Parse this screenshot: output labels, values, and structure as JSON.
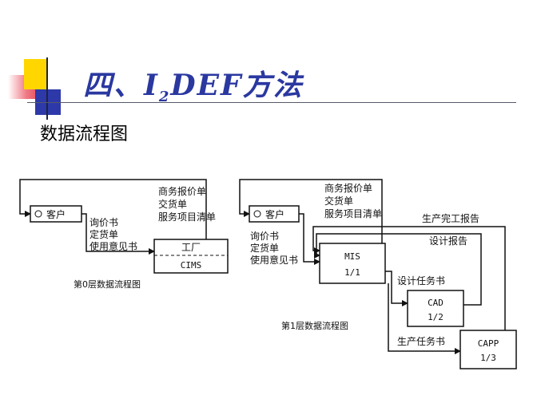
{
  "slide": {
    "title_prefix": "四、I",
    "title_sub": "2",
    "title_suffix": "DEF方法",
    "subtitle": "数据流程图"
  },
  "diagram0": {
    "customer": "客户",
    "docs_in": [
      "询价书",
      "定货单",
      "使用意见书"
    ],
    "docs_out": [
      "商务报价单",
      "交货单",
      "服务项目清单"
    ],
    "box_top": "工厂",
    "box_bottom": "CIMS",
    "caption": "第0层数据流程图"
  },
  "diagram1": {
    "customer": "客户",
    "docs_in": [
      "询价书",
      "定货单",
      "使用意见书"
    ],
    "docs_out": [
      "商务报价单",
      "交货单",
      "服务项目清单"
    ],
    "mis_name": "MIS",
    "mis_num": "1/1",
    "cad_name": "CAD",
    "cad_num": "1/2",
    "capp_name": "CAPP",
    "capp_num": "1/3",
    "label_prod_report": "生产完工报告",
    "label_design_report": "设计报告",
    "label_design_task": "设计任务书",
    "label_prod_task": "生产任务书",
    "caption": "第1层数据流程图"
  }
}
